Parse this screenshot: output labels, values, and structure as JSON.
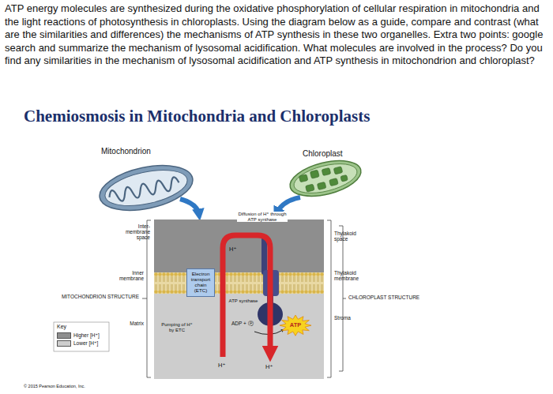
{
  "diagram": {
    "title": "Chemiosmosis in Mitochondria and Chloroplasts",
    "nodes": [
      {
        "text": [
          "Electron transport chain (ETC)"
        ]
      },
      {
        "text": [
          "ATP"
        ]
      }
    ],
    "labels": [
      "ATP energy molecules are synthesized during the oxidative phosphorylation of cellular respiration in mitochondria and the light reactions of photosynthesis in chloroplasts. Using the diagram below as a guide, compare and contrast (what are the similarities and differences) the mechanisms of ATP synthesis in these two organelles. Extra two points: google search and summarize the mechanism of lysosomal acidification. What molecules are involved in the process? Do you find any similarities in the mechanism of lysosomal acidification and ATP synthesis in mitochondrion and chloroplast?",
      "Mitochondrion",
      "Chloroplast",
      "Inter-membrane space",
      "Inner membrane",
      "MITOCHONDRION STRUCTURE",
      "Matrix",
      "Diffusion of H⁺ through ATP synthase",
      "H⁺",
      "Thylakoid space",
      "Thylakoid membrane",
      "CHLOROPLAST STRUCTURE",
      "Stroma",
      "ATP synthase",
      "Pumping of H⁺ by ETC",
      "ADP + Ⓟ",
      "H⁺",
      "H⁺",
      "Key",
      "© 2015 Pearson Education, Inc."
    ],
    "legend": [
      {
        "text": "Higher [H⁺]",
        "color": "#8e8e8e"
      },
      {
        "text": "Lower [H⁺]",
        "color": "#cdcdcd"
      }
    ]
  }
}
